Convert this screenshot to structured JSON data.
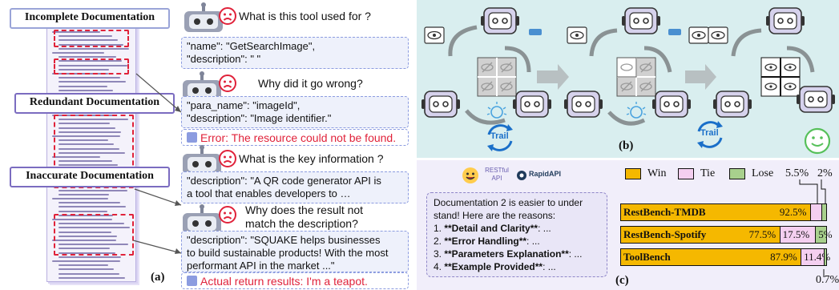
{
  "panel_a": {
    "tag": "(a)",
    "labels": {
      "incomplete": "Incomplete Documentation",
      "redundant": "Redundant Documentation",
      "inaccurate": "Inaccurate Documentation"
    },
    "questions": {
      "q1": "What is this tool used for ?",
      "q2": "Why did it go wrong?",
      "q3": "What is the key information ?",
      "q4_line1": "Why does the result not",
      "q4_line2": "match the description?"
    },
    "bubbles": {
      "b1_line1": "\"name\": \"GetSearchImage\",",
      "b1_line2": "\"description\": \" \"",
      "b2_line1": "\"para_name\": \"imageId\",",
      "b2_line2": "\"description\": \"Image identifier.\"",
      "b3_line1": "\"description\": \"A QR code generator API is",
      "b3_line2": "a tool that enables developers to  …",
      "b4_line1": "\"description\": \"SQUAKE helps businesses",
      "b4_line2": "to build sustainable products! With the most",
      "b4_line3": "performant API in the market ...\""
    },
    "errors": {
      "e1": "Error: The resource could not be found.",
      "e2": "Actual return results: I'm a teapot."
    }
  },
  "panel_b": {
    "tag": "(b)",
    "trail1": "Trail",
    "trail2": "Trail"
  },
  "panel_c": {
    "tag": "(c)",
    "logos": {
      "restful": "RESTful API",
      "rapid": "RapidAPI"
    },
    "text": {
      "line1": "Documentation 2 is easier to under",
      "line2": "stand! Here are the reasons:",
      "r1_num": "1. ",
      "r1_b": "**Detail and Clarity**",
      "r1_t": ": ...",
      "r2_num": "2. ",
      "r2_b": "**Error Handling**",
      "r2_t": ": ...",
      "r3_num": "3. ",
      "r3_b": "**Parameters Explanation**",
      "r3_t": ": ...",
      "r4_num": "4. ",
      "r4_b": "**Example Provided**",
      "r4_t": ": ..."
    },
    "extra_labels": {
      "top_55": "5.5%",
      "top_2": "2%",
      "bottom_07": "0.7%"
    },
    "colors": {
      "win": "#f5b800",
      "tie": "#f4cff0",
      "lose": "#a8d08d"
    }
  },
  "chart_data": {
    "type": "bar",
    "orientation": "horizontal-stacked",
    "legend": [
      "Win",
      "Tie",
      "Lose"
    ],
    "categories": [
      "RestBench-TMDB",
      "RestBench-Spotify",
      "ToolBench"
    ],
    "series": [
      {
        "name": "Win",
        "values": [
          92.5,
          77.5,
          87.9
        ],
        "labels": [
          "92.5%",
          "77.5%",
          "87.9%"
        ]
      },
      {
        "name": "Tie",
        "values": [
          5.5,
          17.5,
          11.4
        ],
        "labels": [
          "",
          "17.5%",
          "11.4%"
        ]
      },
      {
        "name": "Lose",
        "values": [
          2,
          5,
          0.7
        ],
        "labels": [
          "",
          "5%",
          ""
        ]
      }
    ],
    "xlim": [
      0,
      100
    ]
  }
}
